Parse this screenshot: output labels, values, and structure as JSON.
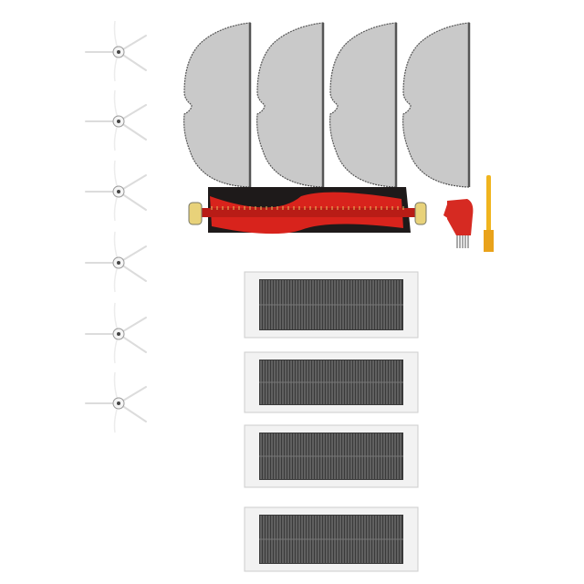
{
  "product": {
    "side_brush_count": 6,
    "mop_pad_count": 4,
    "main_brush_count": 1,
    "cleaning_tool_count": 1,
    "cleaning_brush_count": 1,
    "filter_count": 4
  },
  "colors": {
    "background": "#ffffff",
    "side_brush": "#dcdcdc",
    "mop_pad": "#c9c9c9",
    "mop_edge": "#555555",
    "brush_red": "#d8231c",
    "brush_black": "#1e1a1a",
    "brush_cap": "#e8d27a",
    "tool_red": "#d62a22",
    "tool_yellow": "#f0b41e",
    "filter_frame": "#f2f2f2",
    "filter_mesh": "#3a3a3a"
  }
}
